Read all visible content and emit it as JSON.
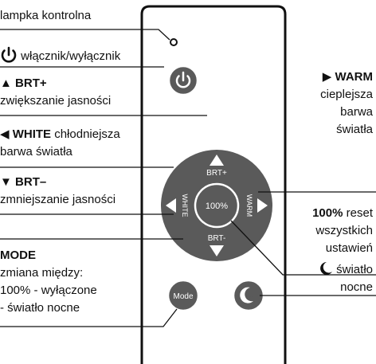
{
  "labels": {
    "indicator": {
      "text": "lampka kontrolna"
    },
    "power": {
      "text": "włącznik/wyłącznik",
      "icon": "power-icon"
    },
    "brt_plus": {
      "title": "BRT+",
      "desc": "zwiększanie jasności",
      "icon": "triangle-up-icon"
    },
    "white": {
      "title": "WHITE",
      "desc1": "chłodniejsza",
      "desc2": "barwa światła",
      "icon": "triangle-left-icon"
    },
    "brt_minus": {
      "title": "BRT–",
      "desc": "zmniejszanie jasności",
      "icon": "triangle-down-icon"
    },
    "mode": {
      "title": "MODE",
      "lines": [
        "zmiana między:",
        "100% - wyłączone",
        "- światło nocne"
      ]
    },
    "warm": {
      "title": "WARM",
      "lines": [
        "cieplejsza",
        "barwa",
        "światła"
      ],
      "icon": "triangle-right-icon"
    },
    "reset": {
      "title": "100%",
      "after": "reset",
      "lines": [
        "wszystkich",
        "ustawień"
      ]
    },
    "night": {
      "lines": [
        "światło",
        "nocne"
      ],
      "icon": "moon-icon"
    }
  },
  "remote": {
    "center_label": "100%",
    "brt_plus": "BRT+",
    "brt_minus": "BRT-",
    "white": "WHITE",
    "warm": "WARM",
    "mode_button": "Mode"
  },
  "colors": {
    "button": "#5a5a5a",
    "ring": "#ffffff",
    "line": "#111111"
  }
}
